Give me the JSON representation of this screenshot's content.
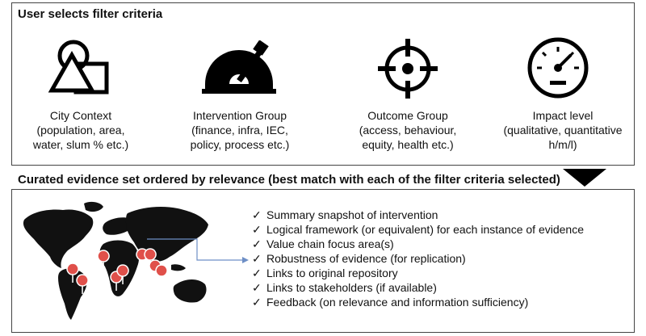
{
  "headings": {
    "filter": "User selects filter criteria",
    "evidence": "Curated evidence set ordered by relevance (best match with each of the filter criteria selected)"
  },
  "criteria": [
    {
      "icon": "shapes-icon",
      "label": "City Context (population, area, water, slum % etc.)"
    },
    {
      "icon": "lever-gauge-icon",
      "label": "Intervention Group (finance, infra, IEC, policy, process etc.)"
    },
    {
      "icon": "crosshair-icon",
      "label": "Outcome Group (access, behaviour, equity, health etc.)"
    },
    {
      "icon": "speedometer-icon",
      "label": "Impact level (qualitative, quantitative h/m/l)"
    }
  ],
  "evidence_items": [
    "Summary snapshot of intervention",
    "Logical framework (or equivalent) for each instance of evidence",
    "Value chain focus area(s)",
    "Robustness of evidence (for replication)",
    "Links to original repository",
    "Links to stakeholders (if available)",
    "Feedback (on relevance and information sufficiency)"
  ],
  "check_glyph": "✓",
  "colors": {
    "accent_pin": "#e0504a",
    "arrow_line": "#6e8fc6",
    "map": "#111111"
  }
}
